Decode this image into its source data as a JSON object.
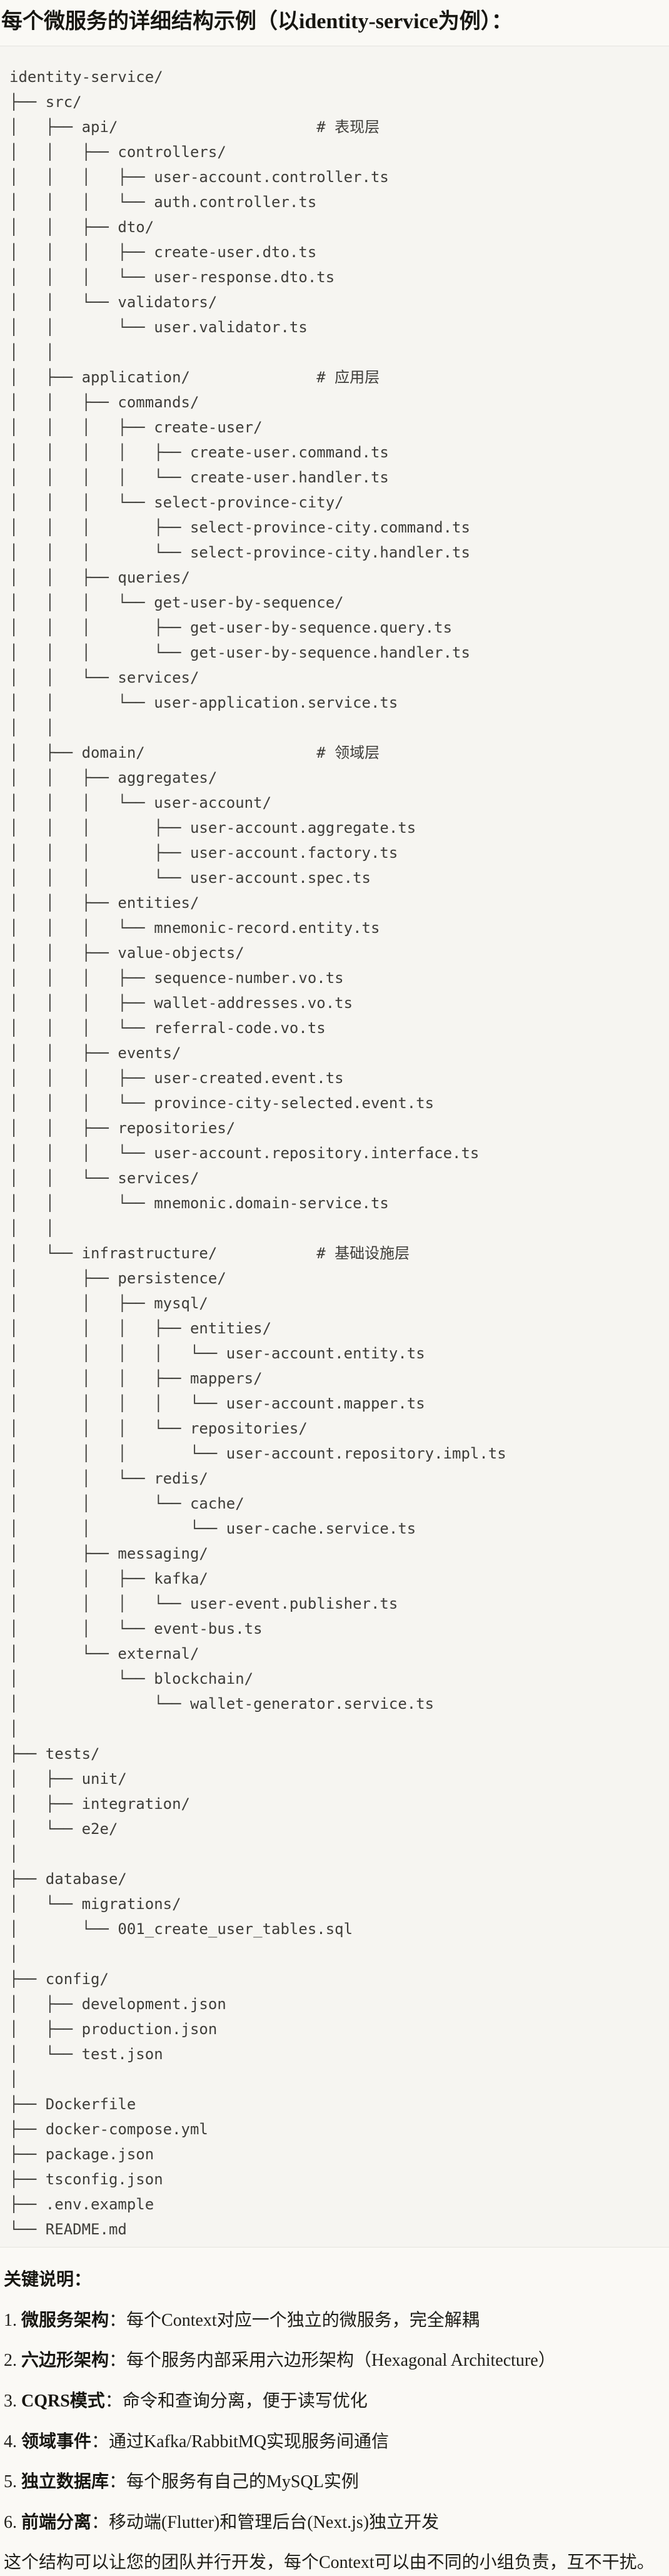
{
  "title": "每个微服务的详细结构示例（以identity-service为例）：",
  "tree": {
    "lines": [
      "identity-service/",
      "├── src/",
      "│   ├── api/                      # 表现层",
      "│   │   ├── controllers/",
      "│   │   │   ├── user-account.controller.ts",
      "│   │   │   └── auth.controller.ts",
      "│   │   ├── dto/",
      "│   │   │   ├── create-user.dto.ts",
      "│   │   │   └── user-response.dto.ts",
      "│   │   └── validators/",
      "│   │       └── user.validator.ts",
      "│   │",
      "│   ├── application/              # 应用层",
      "│   │   ├── commands/",
      "│   │   │   ├── create-user/",
      "│   │   │   │   ├── create-user.command.ts",
      "│   │   │   │   └── create-user.handler.ts",
      "│   │   │   └── select-province-city/",
      "│   │   │       ├── select-province-city.command.ts",
      "│   │   │       └── select-province-city.handler.ts",
      "│   │   ├── queries/",
      "│   │   │   └── get-user-by-sequence/",
      "│   │   │       ├── get-user-by-sequence.query.ts",
      "│   │   │       └── get-user-by-sequence.handler.ts",
      "│   │   └── services/",
      "│   │       └── user-application.service.ts",
      "│   │",
      "│   ├── domain/                   # 领域层",
      "│   │   ├── aggregates/",
      "│   │   │   └── user-account/",
      "│   │   │       ├── user-account.aggregate.ts",
      "│   │   │       ├── user-account.factory.ts",
      "│   │   │       └── user-account.spec.ts",
      "│   │   ├── entities/",
      "│   │   │   └── mnemonic-record.entity.ts",
      "│   │   ├── value-objects/",
      "│   │   │   ├── sequence-number.vo.ts",
      "│   │   │   ├── wallet-addresses.vo.ts",
      "│   │   │   └── referral-code.vo.ts",
      "│   │   ├── events/",
      "│   │   │   ├── user-created.event.ts",
      "│   │   │   └── province-city-selected.event.ts",
      "│   │   ├── repositories/",
      "│   │   │   └── user-account.repository.interface.ts",
      "│   │   └── services/",
      "│   │       └── mnemonic.domain-service.ts",
      "│   │",
      "│   └── infrastructure/           # 基础设施层",
      "│       ├── persistence/",
      "│       │   ├── mysql/",
      "│       │   │   ├── entities/",
      "│       │   │   │   └── user-account.entity.ts",
      "│       │   │   ├── mappers/",
      "│       │   │   │   └── user-account.mapper.ts",
      "│       │   │   └── repositories/",
      "│       │   │       └── user-account.repository.impl.ts",
      "│       │   └── redis/",
      "│       │       └── cache/",
      "│       │           └── user-cache.service.ts",
      "│       ├── messaging/",
      "│       │   ├── kafka/",
      "│       │   │   └── user-event.publisher.ts",
      "│       │   └── event-bus.ts",
      "│       └── external/",
      "│           └── blockchain/",
      "│               └── wallet-generator.service.ts",
      "│",
      "├── tests/",
      "│   ├── unit/",
      "│   ├── integration/",
      "│   └── e2e/",
      "│",
      "├── database/",
      "│   └── migrations/",
      "│       └── 001_create_user_tables.sql",
      "│",
      "├── config/",
      "│   ├── development.json",
      "│   ├── production.json",
      "│   └── test.json",
      "│",
      "├── Dockerfile",
      "├── docker-compose.yml",
      "├── package.json",
      "├── tsconfig.json",
      "├── .env.example",
      "└── README.md"
    ]
  },
  "notes": {
    "heading": "关键说明：",
    "items": [
      {
        "num": "1.",
        "label": "微服务架构",
        "sep": "：",
        "text": "每个Context对应一个独立的微服务，完全解耦"
      },
      {
        "num": "2.",
        "label": "六边形架构",
        "sep": "：",
        "text": "每个服务内部采用六边形架构（Hexagonal Architecture）"
      },
      {
        "num": "3.",
        "label": "CQRS模式",
        "sep": "：",
        "text": "命令和查询分离，便于读写优化"
      },
      {
        "num": "4.",
        "label": "领域事件",
        "sep": "：",
        "text": "通过Kafka/RabbitMQ实现服务间通信"
      },
      {
        "num": "5.",
        "label": "独立数据库",
        "sep": "：",
        "text": "每个服务有自己的MySQL实例"
      },
      {
        "num": "6.",
        "label": "前端分离",
        "sep": "：",
        "text": "移动端(Flutter)和管理后台(Next.js)独立开发"
      }
    ],
    "footer": "这个结构可以让您的团队并行开发，每个Context可以由不同的小组负责，互不干扰。"
  },
  "colors": {
    "page_bg": "#FAF9F5",
    "code_bg": "#F6F5F1",
    "code_border": "#E5E4DF",
    "code_text": "#3E3D39",
    "heading_text": "#171611",
    "body_text": "#1F1E18"
  }
}
